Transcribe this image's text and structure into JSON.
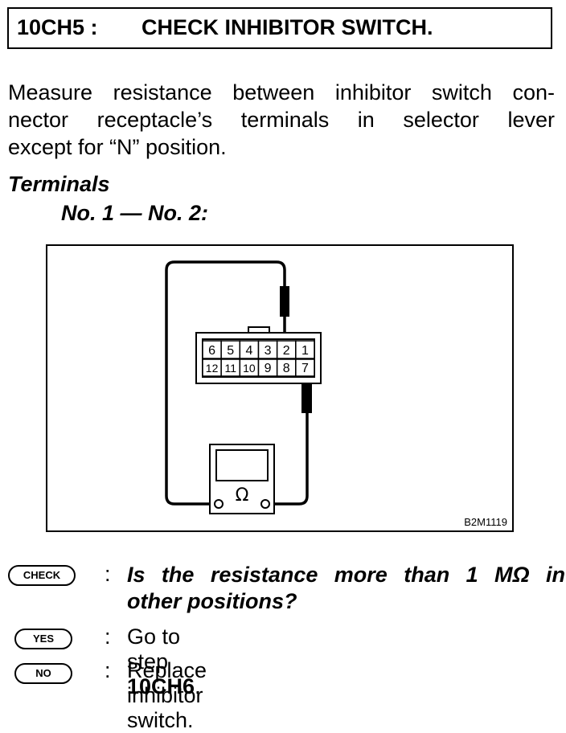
{
  "header": {
    "step": "10CH5 :",
    "title": "CHECK INHIBITOR SWITCH."
  },
  "instruction": {
    "line1": "Measure resistance between inhibitor switch con-",
    "line2": "nector receptacle’s terminals in selector lever",
    "line3": "except for “N” position."
  },
  "terminals": {
    "heading": "Terminals",
    "value": "No. 1 — No. 2:"
  },
  "figure": {
    "connector_top": [
      "6",
      "5",
      "4",
      "3",
      "2",
      "1"
    ],
    "connector_bottom": [
      "12",
      "11",
      "10",
      "9",
      "8",
      "7"
    ],
    "meter_symbol": "Ω",
    "code": "B2M1119"
  },
  "check": {
    "badge": "CHECK",
    "question_line1": "Is the resistance more than 1 MΩ in",
    "question_line2": "other positions?"
  },
  "yes": {
    "badge": "YES",
    "text": "Go to step ",
    "step": "10CH6",
    "suffix": "."
  },
  "no": {
    "badge": "NO",
    "text": "Replace inhibitor switch."
  }
}
